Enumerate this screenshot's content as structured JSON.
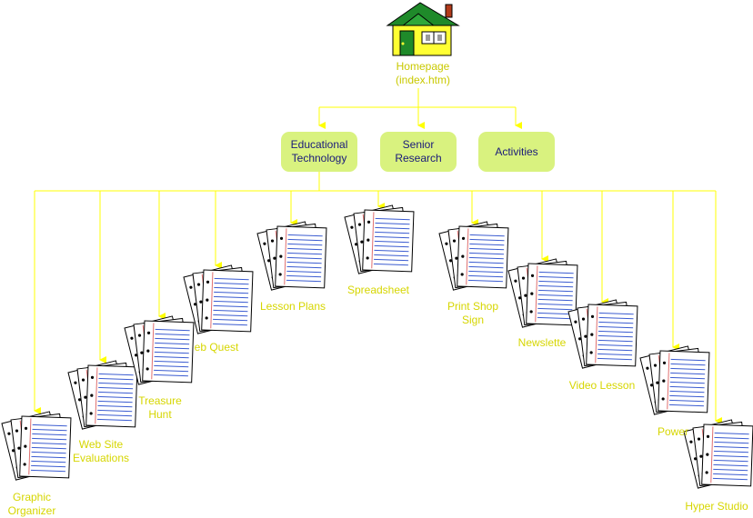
{
  "home": {
    "line1": "Homepage",
    "line2": "(index.htm)",
    "icon": "house-icon"
  },
  "categories": [
    {
      "line1": "Educational",
      "line2": "Technology"
    },
    {
      "line1": "Senior",
      "line2": "Research"
    },
    {
      "line1": "Activities",
      "line2": ""
    }
  ],
  "pages": [
    {
      "line1": "Graphic",
      "line2": "Organizer"
    },
    {
      "line1": "Web Site",
      "line2": "Evaluations"
    },
    {
      "line1": "Treasure",
      "line2": "Hunt"
    },
    {
      "line1": "eb Quest",
      "line2": ""
    },
    {
      "line1": "Lesson Plans",
      "line2": ""
    },
    {
      "line1": "Spreadsheet",
      "line2": ""
    },
    {
      "line1": "Print Shop",
      "line2": "Sign"
    },
    {
      "line1": "Newslette",
      "line2": ""
    },
    {
      "line1": "Video Lesson",
      "line2": ""
    },
    {
      "line1": "Power",
      "line2": ""
    },
    {
      "line1": "Hyper Studio",
      "line2": ""
    }
  ],
  "page_icon": "document-stack-icon",
  "colors": {
    "connector": "#ffff00",
    "box_fill": "#d9f27f",
    "box_text": "#1a1a7a",
    "label_text": "#d6d600",
    "roof": "#1f8a2a",
    "house_wall": "#ffff33",
    "door": "#1f8a2a",
    "page_lines": "#3a5bd0"
  }
}
